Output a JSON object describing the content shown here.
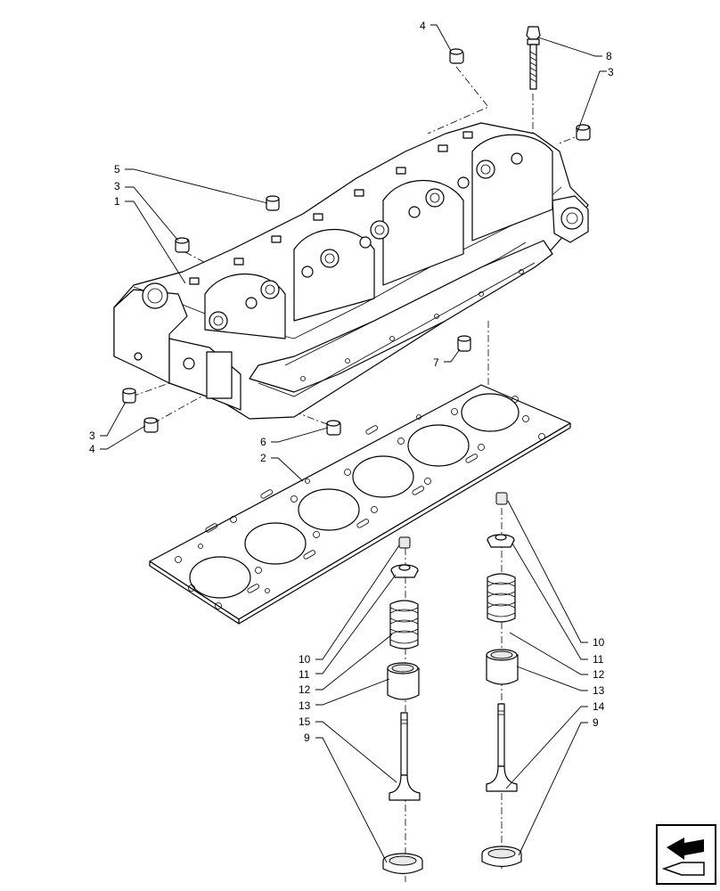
{
  "callouts": {
    "c1": "1",
    "c2": "2",
    "c3a": "3",
    "c3b": "3",
    "c3c": "3",
    "c4a": "4",
    "c4b": "4",
    "c5": "5",
    "c6": "6",
    "c7": "7",
    "c8": "8",
    "c9a": "9",
    "c9b": "9",
    "c10a": "10",
    "c10b": "10",
    "c11a": "11",
    "c11b": "11",
    "c12a": "12",
    "c12b": "12",
    "c13a": "13",
    "c13b": "13",
    "c14": "14",
    "c15": "15"
  },
  "nav_icon": "arrow-previous-icon"
}
